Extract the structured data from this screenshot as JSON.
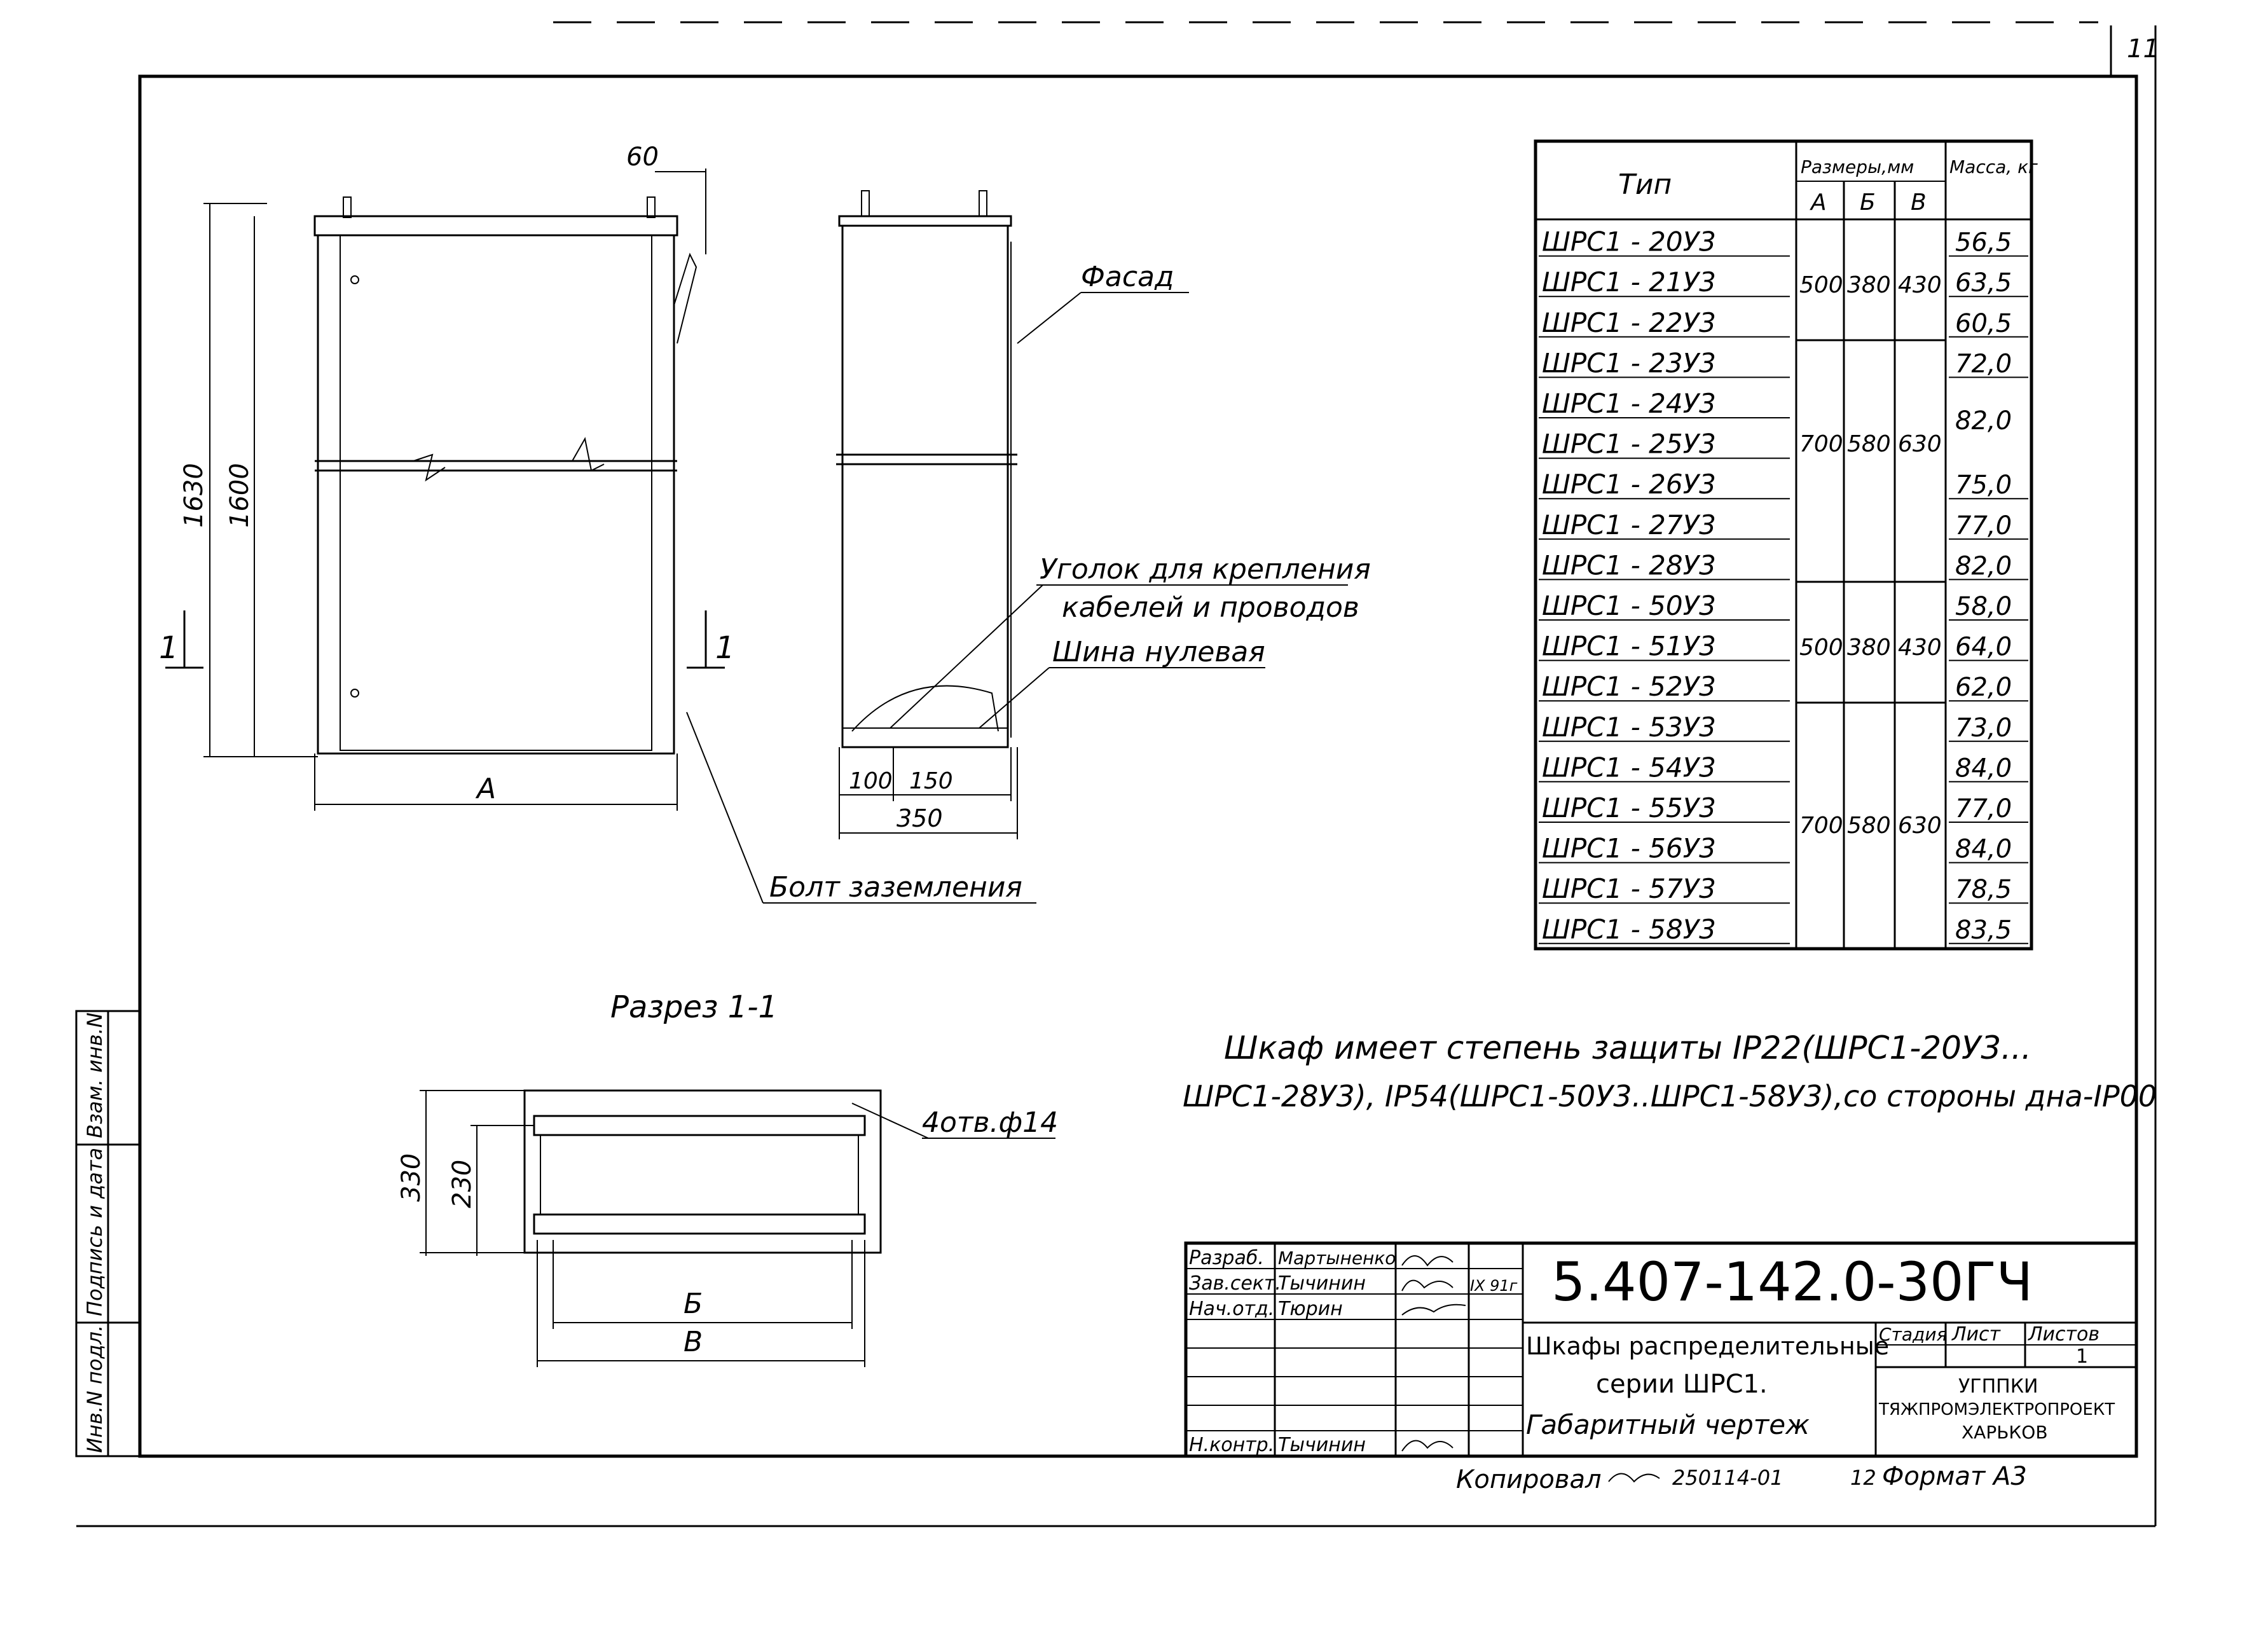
{
  "sheet": {
    "page_number": "11"
  },
  "drawing": {
    "dims": {
      "d60": "60",
      "d1630": "1630",
      "d1600": "1600",
      "dA": "A",
      "d100": "100",
      "d150": "150",
      "d350": "350",
      "d330": "330",
      "d230": "230",
      "dB_cyr": "Б",
      "dV": "В"
    },
    "section_marks": {
      "left": "1",
      "right": "1"
    },
    "labels": {
      "facade": "Фасад",
      "angle_line1": "Уголок для крепления",
      "angle_line2": "кабелей и проводов",
      "zero_bus": "Шина нулевая",
      "ground_bolt": "Болт заземления",
      "section_title": "Разрез 1-1",
      "holes": "4отв.ф14"
    }
  },
  "spec_table": {
    "headers": {
      "type": "Тип",
      "sizes": "Размеры,мм",
      "mass": "Масса, кг",
      "col_a": "А",
      "col_b": "Б",
      "col_v": "В"
    },
    "rows": [
      {
        "type": "ШРС1 - 20У3",
        "mass": "56,5"
      },
      {
        "type": "ШРС1 - 21У3",
        "mass": "63,5"
      },
      {
        "type": "ШРС1 - 22У3",
        "mass": "60,5"
      },
      {
        "type": "ШРС1 - 23У3",
        "mass": "72,0"
      },
      {
        "type": "ШРС1 - 24У3",
        "mass": ""
      },
      {
        "type": "ШРС1 - 25У3",
        "mass": ""
      },
      {
        "type": "ШРС1 - 26У3",
        "mass": "75,0"
      },
      {
        "type": "ШРС1 - 27У3",
        "mass": "77,0"
      },
      {
        "type": "ШРС1 - 28У3",
        "mass": "82,0"
      },
      {
        "type": "ШРС1 - 50У3",
        "mass": "58,0"
      },
      {
        "type": "ШРС1 - 51У3",
        "mass": "64,0"
      },
      {
        "type": "ШРС1 - 52У3",
        "mass": "62,0"
      },
      {
        "type": "ШРС1 - 53У3",
        "mass": "73,0"
      },
      {
        "type": "ШРС1 - 54У3",
        "mass": "84,0"
      },
      {
        "type": "ШРС1 - 55У3",
        "mass": "77,0"
      },
      {
        "type": "ШРС1 - 56У3",
        "mass": "84,0"
      },
      {
        "type": "ШРС1 - 57У3",
        "mass": "78,5"
      },
      {
        "type": "ШРС1 - 58У3",
        "mass": "83,5"
      }
    ],
    "merged_mass_24_25": "82,0",
    "groups": [
      {
        "a": "500",
        "b": "380",
        "v": "430"
      },
      {
        "a": "700",
        "b": "580",
        "v": "630"
      },
      {
        "a": "500",
        "b": "380",
        "v": "430"
      },
      {
        "a": "700",
        "b": "580",
        "v": "630"
      }
    ]
  },
  "note": {
    "line1": "Шкаф имеет степень защиты IP22(ШРС1-20У3...",
    "line2": "ШРС1-28У3), IP54(ШРС1-50У3..ШРС1-58У3),со стороны дна-IP00"
  },
  "left_strip": {
    "c1": "Взам. инв.N",
    "c2": "Подпись и дата",
    "c3": "Инв.N подл."
  },
  "title_block": {
    "code": "5.407-142.0-30ГЧ",
    "roles": [
      "Разраб.",
      "Зав.сект.",
      "Нач.отд.",
      "",
      "",
      "",
      "Н.контр."
    ],
    "names": [
      "Мартыненко",
      "Тычинин",
      "Тюрин",
      "",
      "",
      "",
      "Тычинин"
    ],
    "date_note": "IX 91г",
    "title_line1": "Шкафы распределительные",
    "title_line2": "серии ШРС1.",
    "title_line3": "Габаритный чертеж",
    "stage_label": "Стадия",
    "sheet_label": "Лист",
    "sheets_label": "Листов",
    "sheets_value": "1",
    "org_line1": "УГППКИ",
    "org_line2": "ТЯЖПРОМЭЛЕКТРОПРОЕКТ",
    "org_line3": "ХАРЬКОВ"
  },
  "footer": {
    "copied": "Копировал",
    "copied_code": "250114-01",
    "copied_num": "12",
    "format": "Формат А3"
  }
}
